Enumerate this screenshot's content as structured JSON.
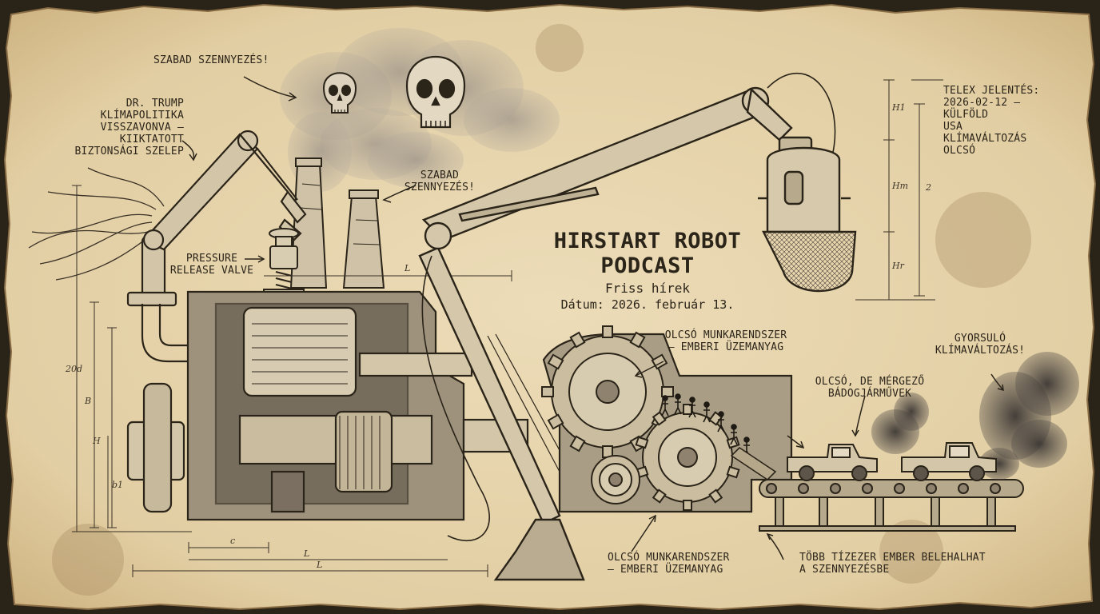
{
  "title": {
    "main": [
      "HIRSTART ROBOT",
      "PODCAST"
    ],
    "subtitle": "Friss hírek",
    "date": "Dátum: 2026. február 13."
  },
  "labels": {
    "pollution_top": "SZABAD SZENNYEZÉS!",
    "trump": [
      "DR. TRUMP",
      "KLÍMAPOLITIKA",
      "VISSZAVONVA –",
      "KIIKTATOTT",
      "BIZTONSÁGI SZELEP"
    ],
    "pollution_chimney": [
      "SZABAD",
      "SZENNYEZÉS!"
    ],
    "pressure_valve": [
      "PRESSURE",
      "RELEASE VALVE"
    ],
    "labor_gear": [
      "OLCSÓ MUNKARENDSZER",
      "– EMBERI ÜZEMANYAG"
    ],
    "labor_bottom": [
      "OLCSÓ MUNKARENDSZER",
      "– EMBERI ÜZEMANYAG"
    ],
    "deaths": [
      "TÖBB TÍZEZER EMBER BELEHALHAT",
      "A SZENNYEZÉSBE"
    ],
    "tin_cars": [
      "OLCSÓ, DE MÉRGEZŐ",
      "BÁDOGJÁRMŰVEK"
    ],
    "climate": [
      "GYORSULÓ",
      "KLÍMAVÁLTOZÁS!"
    ],
    "telex": [
      "TELEX JELENTÉS:",
      "2026-02-12 –",
      "KÜLFÖLD",
      "USA",
      "KLÍMAVÁLTOZÁS",
      "OLCSÓ"
    ]
  },
  "dimension_marks": {
    "left_outer": "20d",
    "left_b": "B",
    "left_h": "H",
    "left_b2": "b1",
    "bottom_c": "c",
    "bottom_l1": "L",
    "bottom_l2": "L",
    "arm_l": "L",
    "mic_h1": "H1",
    "mic_hm": "Hm",
    "mic_hr": "Hr",
    "mic_z": "2"
  },
  "icons": [
    "skull-icon",
    "skull-icon",
    "gear-icon",
    "gear-icon",
    "gear-icon",
    "truck-icon",
    "truck-icon",
    "microphone-icon",
    "factory-chimney-icon"
  ],
  "colors": {
    "paper": "#e6d5b0",
    "paper_dark": "#c8ad7c",
    "ink": "#2b2419",
    "smoke": "#4a4440",
    "background": "#2a2418"
  }
}
